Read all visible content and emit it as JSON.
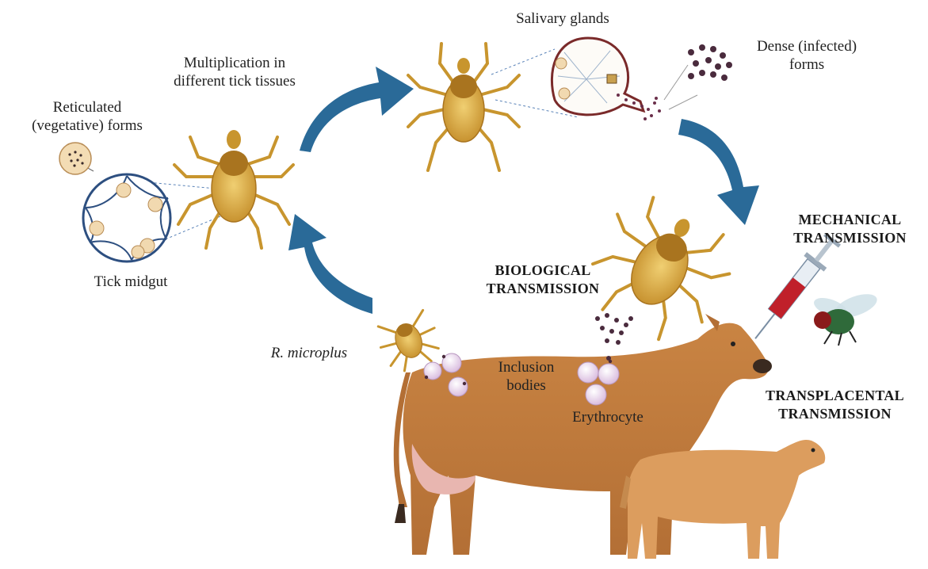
{
  "labels": {
    "salivary_glands": "Salivary glands",
    "dense_forms": [
      "Dense (infected)",
      "forms"
    ],
    "multiplication": [
      "Multiplication in",
      "different tick tissues"
    ],
    "reticulated_forms": [
      "Reticulated",
      "(vegetative) forms"
    ],
    "tick_midgut": "Tick midgut",
    "mechanical_transmission": [
      "MECHANICAL",
      "TRANSMISSION"
    ],
    "biological_transmission": [
      "BIOLOGICAL",
      "TRANSMISSION"
    ],
    "r_microplus": "R. microplus",
    "inclusion_bodies": [
      "Inclusion",
      "bodies"
    ],
    "erythrocyte": "Erythrocyte",
    "transplacental_transmission": [
      "TRANSPLACENTAL",
      "TRANSMISSION"
    ]
  },
  "colors": {
    "arrow": "#2a6a98",
    "tick_body": "#d9a83a",
    "tick_dark": "#a9741f",
    "cow": "#c98443",
    "calf": "#dc9d5e",
    "infected_dot": "#4a2b3d",
    "erythrocyte": "#e9d8ec"
  }
}
